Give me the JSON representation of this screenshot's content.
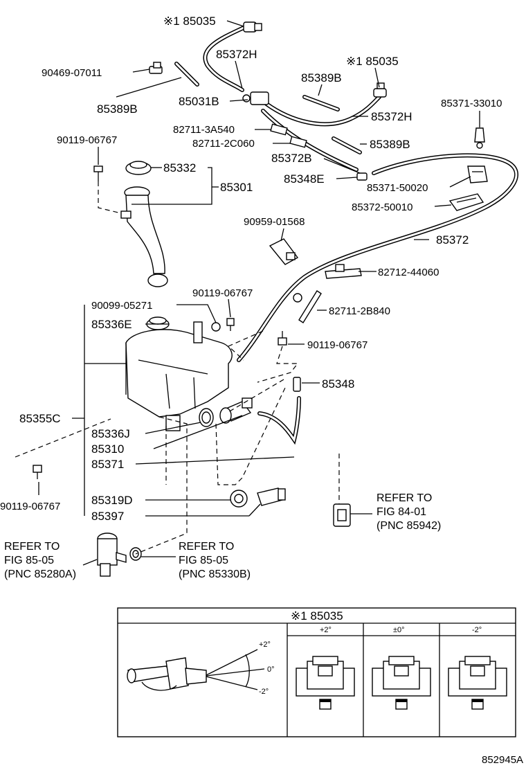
{
  "labels": {
    "p85035_top": "※1 85035",
    "p85372H_a": "85372H",
    "p90469": "90469-07011",
    "p85389B_a": "85389B",
    "p85031B": "85031B",
    "p85035_b": "※1 85035",
    "p85389B_b": "85389B",
    "p85372H_b": "85372H",
    "p85371_33010": "85371-33010",
    "p82711_3A540": "82711-3A540",
    "p82711_2C060": "82711-2C060",
    "p85389B_c": "85389B",
    "p90119_a": "90119-06767",
    "p85332": "85332",
    "p85372B": "85372B",
    "p85348E": "85348E",
    "p85371_50020": "85371-50020",
    "p85301": "85301",
    "p85372_50010": "85372-50010",
    "p90959": "90959-01568",
    "p85372": "85372",
    "p82712": "82712-44060",
    "p90099": "90099-05271",
    "p90119_b": "90119-06767",
    "p82711_2B840": "82711-2B840",
    "p85336E": "85336E",
    "p90119_c": "90119-06767",
    "p85348": "85348",
    "p85355C": "85355C",
    "p85336J": "85336J",
    "p85310": "85310",
    "p85371": "85371",
    "p90119_d": "90119-06767",
    "p85319D": "85319D",
    "p85397": "85397"
  },
  "refs": {
    "fig84": [
      "REFER TO",
      "FIG 84-01",
      "(PNC 85942)"
    ],
    "fig85a": [
      "REFER TO",
      "FIG 85-05",
      "(PNC 85280A)"
    ],
    "fig85b": [
      "REFER TO",
      "FIG 85-05",
      "(PNC 85330B)"
    ]
  },
  "inset": {
    "title": "※1 85035",
    "columns": [
      "+2°",
      "±0°",
      "-2°"
    ],
    "angle_plus": "+2°",
    "angle_zero": "0°",
    "angle_minus": "-2°"
  },
  "diagram_id": "852945A"
}
